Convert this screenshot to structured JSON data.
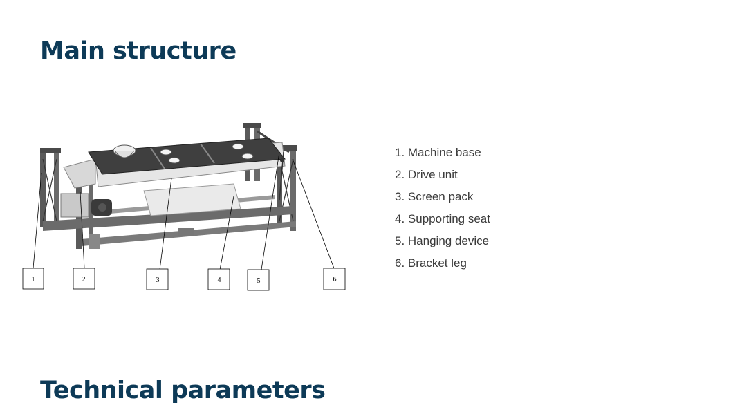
{
  "headings": {
    "main_structure": "Main structure",
    "technical_parameters": "Technical parameters"
  },
  "parts": [
    "1. Machine base",
    "2. Drive unit",
    "3. Screen pack",
    "4. Supporting seat",
    "5. Hanging device",
    "6. Bracket leg"
  ],
  "callouts": [
    "1",
    "2",
    "3",
    "4",
    "5",
    "6"
  ],
  "colors": {
    "heading": "#0d3a57",
    "text": "#3a3a3a",
    "frame": "#5a5a5a",
    "deck": "#4a4a4a"
  }
}
